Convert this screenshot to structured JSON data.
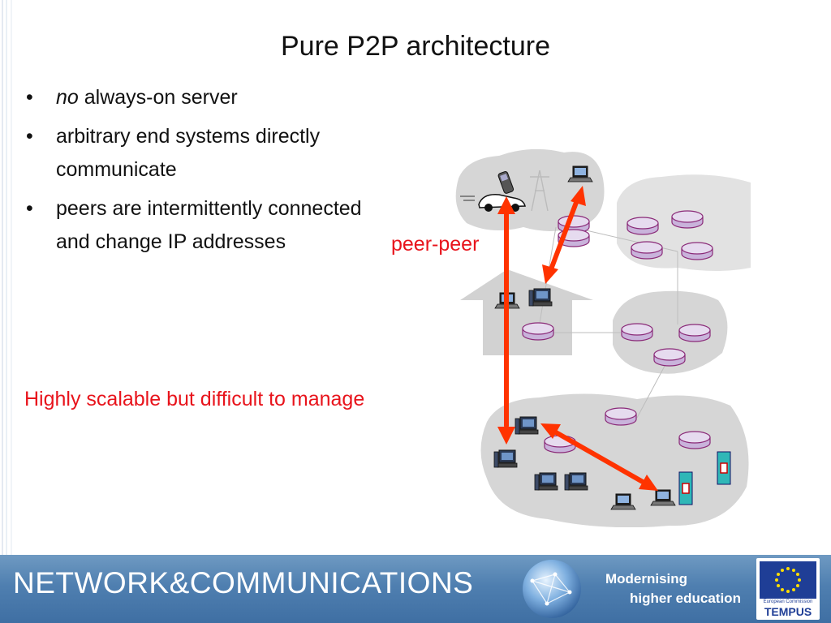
{
  "slide": {
    "title": "Pure P2P architecture",
    "bullets": [
      {
        "emphasis": "no",
        "text": " always-on server"
      },
      {
        "text": "arbitrary end systems directly communicate"
      },
      {
        "text": "peers are intermittently connected and change IP addresses"
      }
    ],
    "note": "Highly scalable but difficult to manage"
  },
  "diagram": {
    "peer_label": "peer-peer",
    "arrow_color": "#ff3300"
  },
  "footer": {
    "title": "NETWORK&COMMUNICATIONS",
    "tagline_line1": "Modernising",
    "tagline_line2": "higher education",
    "logo_caption": "European Commission",
    "logo_text": "TEMPUS"
  },
  "colors": {
    "accent_red": "#e8141c",
    "footer_blue": "#4f7fb0",
    "router_fill": "#d8c7e6",
    "router_stroke": "#8a2a78",
    "cloud_fill": "#d6d6d6"
  }
}
